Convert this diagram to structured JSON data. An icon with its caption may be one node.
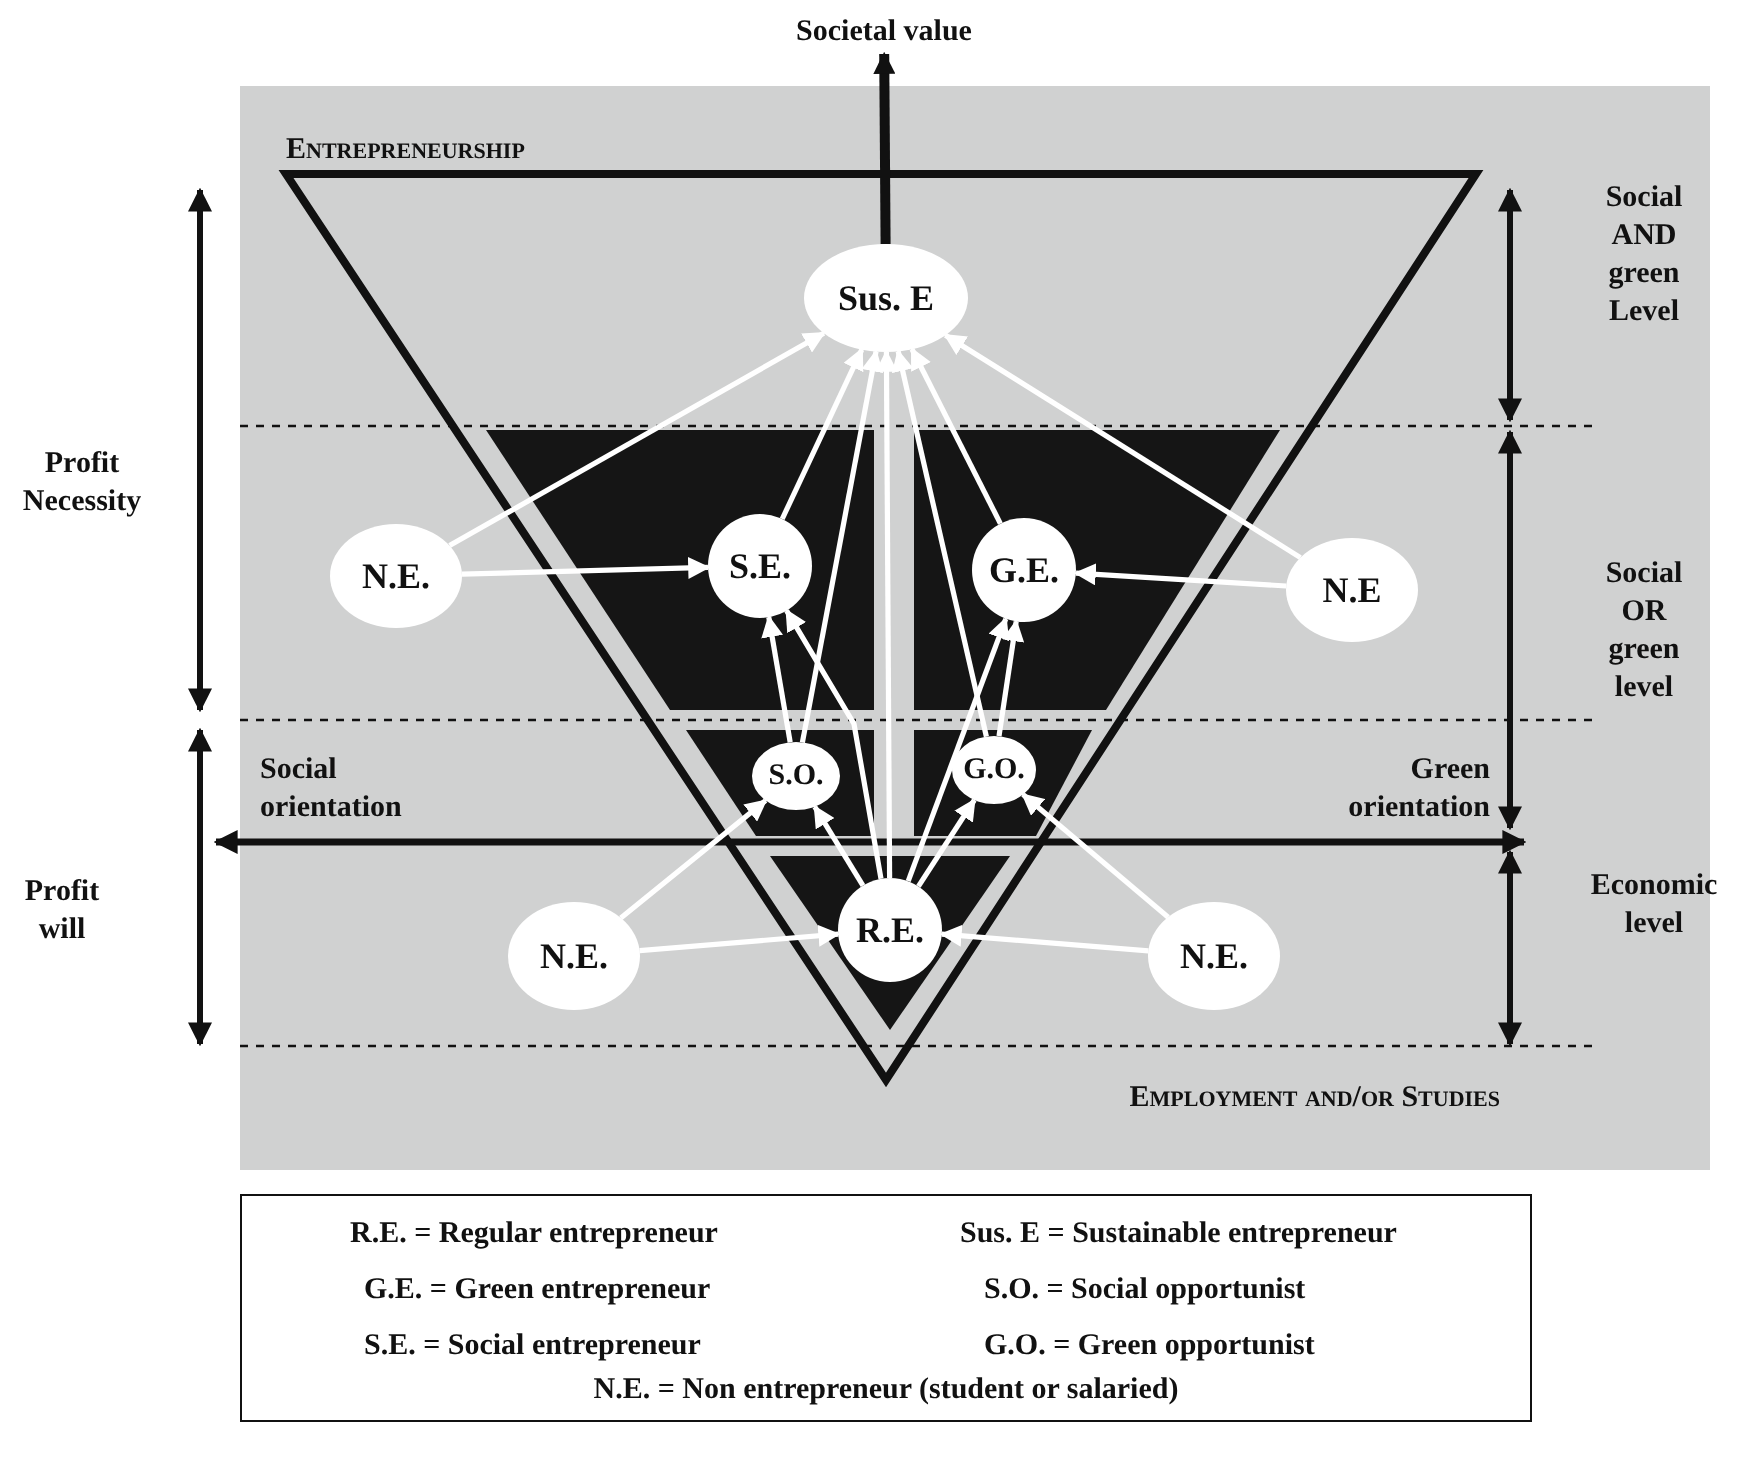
{
  "diagram": {
    "nodes": [
      {
        "text": [
          "Societal value"
        ]
      },
      {
        "text": [
          "Sus. E"
        ]
      },
      {
        "text": [
          "N.E."
        ]
      },
      {
        "text": [
          "S.E."
        ]
      },
      {
        "text": [
          "G.E."
        ]
      },
      {
        "text": [
          "N.E"
        ]
      },
      {
        "text": [
          "S.O."
        ]
      },
      {
        "text": [
          "G.O."
        ]
      },
      {
        "text": [
          "N.E."
        ]
      },
      {
        "text": [
          "R.E."
        ]
      },
      {
        "text": [
          "N.E."
        ]
      }
    ],
    "edges": [
      {
        "from": 1,
        "to": 0,
        "arrow": "to",
        "style": "thick",
        "color": "#111111"
      },
      {
        "from": 2,
        "to": 1,
        "arrow": "to"
      },
      {
        "from": 2,
        "to": 3,
        "arrow": "to"
      },
      {
        "from": 5,
        "to": 1,
        "arrow": "to"
      },
      {
        "from": 5,
        "to": 4,
        "arrow": "to"
      },
      {
        "from": 3,
        "to": 1,
        "arrow": "to"
      },
      {
        "from": 4,
        "to": 1,
        "arrow": "to"
      },
      {
        "from": 6,
        "to": 3,
        "arrow": "to"
      },
      {
        "from": 6,
        "to": 1,
        "arrow": "to"
      },
      {
        "from": 7,
        "to": 4,
        "arrow": "to"
      },
      {
        "from": 7,
        "to": 1,
        "arrow": "to"
      },
      {
        "from": 9,
        "to": 6,
        "arrow": "to"
      },
      {
        "from": 9,
        "to": 7,
        "arrow": "to"
      },
      {
        "from": 9,
        "to": 3,
        "arrow": "to"
      },
      {
        "from": 9,
        "to": 4,
        "arrow": "to"
      },
      {
        "from": 9,
        "to": 1,
        "arrow": "to"
      },
      {
        "from": 8,
        "to": 9,
        "arrow": "to"
      },
      {
        "from": 8,
        "to": 6,
        "arrow": "to"
      },
      {
        "from": 10,
        "to": 9,
        "arrow": "to"
      },
      {
        "from": 10,
        "to": 7,
        "arrow": "to"
      }
    ],
    "labels": [
      "Entrepreneurship",
      "Social AND green Level",
      "Profit Necessity",
      "Social OR green level",
      "Social orientation",
      "Green orientation",
      "Profit will",
      "Economic level",
      "Employment and/or Studies",
      "R.E. = Regular entrepreneur",
      "Sus. E = Sustainable entrepreneur",
      "G.E. = Green entrepreneur",
      "S.O. = Social opportunist",
      "S.E. = Social entrepreneur",
      "G.O. = Green opportunist",
      "N.E. = Non entrepreneur (student or salaried)"
    ]
  }
}
